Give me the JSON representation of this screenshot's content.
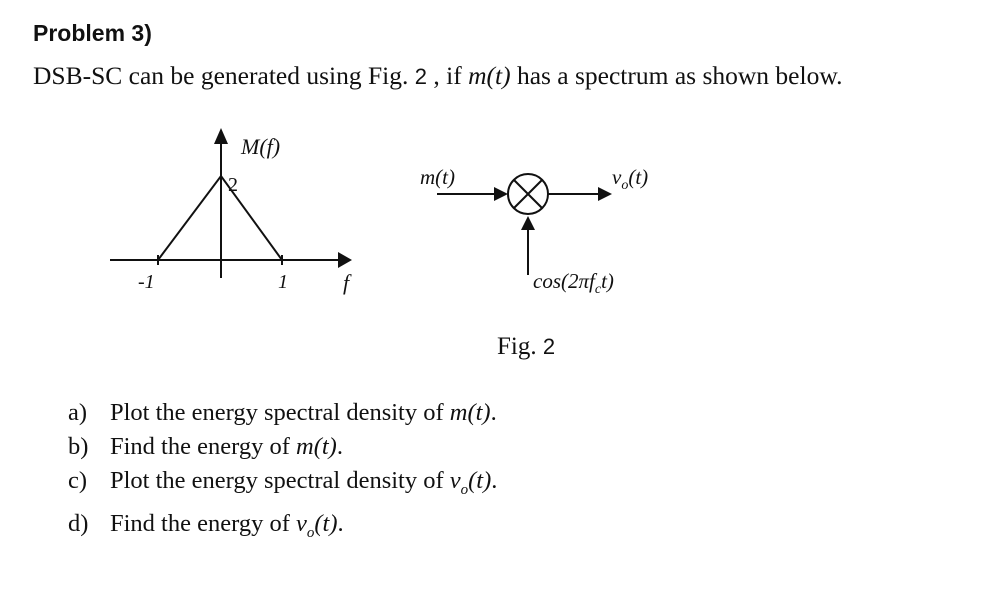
{
  "problem_title": "Problem 3)",
  "intro": {
    "before": "DSB-SC can be generated using Fig.",
    "fig_number": "2",
    "middle": ", if ",
    "signal": "m(t)",
    "after": " has a spectrum as shown below."
  },
  "spectrum_plot": {
    "label": "M(f)",
    "peak_label": "2",
    "left_tick": "-1",
    "right_tick": "1",
    "axis_label": "f"
  },
  "block_diagram": {
    "input_label": "m(t)",
    "output_label": "vo(t)",
    "carrier_label": "cos(2πfct)"
  },
  "figure_caption": {
    "prefix": "Fig.",
    "number": "2"
  },
  "questions": [
    {
      "letter": "a)",
      "text": "Plot the energy spectral density of ",
      "signal": "m(t)",
      "end": "."
    },
    {
      "letter": "b)",
      "text": "Find the energy of ",
      "signal": "m(t)",
      "end": "."
    },
    {
      "letter": "c)",
      "text": "Plot the energy spectral density of ",
      "signal": "vo(t)",
      "end": "."
    },
    {
      "letter": "d)",
      "text": "Find the energy of ",
      "signal": "vo(t)",
      "end": "."
    }
  ]
}
